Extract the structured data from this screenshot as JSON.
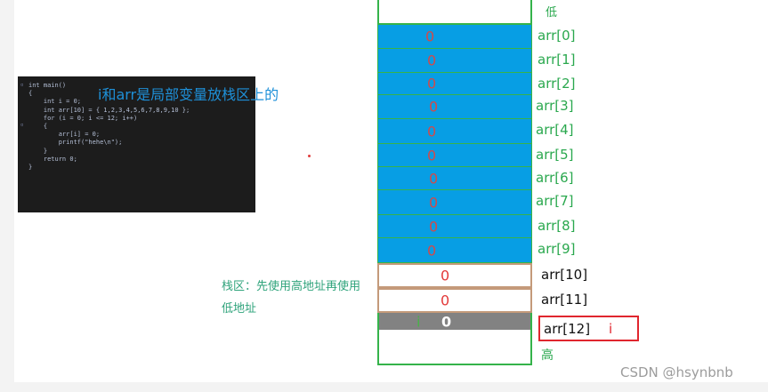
{
  "code": {
    "lines": [
      "int main()",
      "{",
      "    int i = 0;",
      "    int arr[10] = { 1,2,3,4,5,6,7,8,9,10 };",
      "    for (i = 0; i <= 12; i++)",
      "    {",
      "        arr[i] = 0;",
      "        printf(\"hehe\\n\");",
      "    }",
      "    return 0;",
      "}"
    ]
  },
  "overlay_text": "i和arr是局部变量放栈区上的",
  "note_text": "栈区：先使用高地址再使用低地址",
  "memory": {
    "low_label": "低",
    "high_label": "高",
    "arr_cells": [
      {
        "value": "0",
        "label": "arr[0]"
      },
      {
        "value": "0",
        "label": "arr[1]"
      },
      {
        "value": "0",
        "label": "arr[2]"
      },
      {
        "value": "0",
        "label": "arr[3]"
      },
      {
        "value": "0",
        "label": "arr[4]"
      },
      {
        "value": "0",
        "label": "arr[5]"
      },
      {
        "value": "0",
        "label": "arr[6]"
      },
      {
        "value": "0",
        "label": "arr[7]"
      },
      {
        "value": "0",
        "label": "arr[8]"
      },
      {
        "value": "0",
        "label": "arr[9]"
      }
    ],
    "overflow_cells": [
      {
        "value": "0",
        "label": "arr[10]"
      },
      {
        "value": "0",
        "label": "arr[11]"
      }
    ],
    "i_cell": {
      "name": "i",
      "value": "0",
      "label": "arr[12]",
      "callout": "i"
    }
  },
  "colors": {
    "array_fill": "#079ee4",
    "stack_border": "#35b34a",
    "overflow_border": "#c49a7a",
    "i_fill": "#828282",
    "highlight_box": "#e0262e",
    "note": "#2fa37b",
    "overlay": "#1e90d8"
  },
  "watermark": "CSDN @hsynbnb"
}
